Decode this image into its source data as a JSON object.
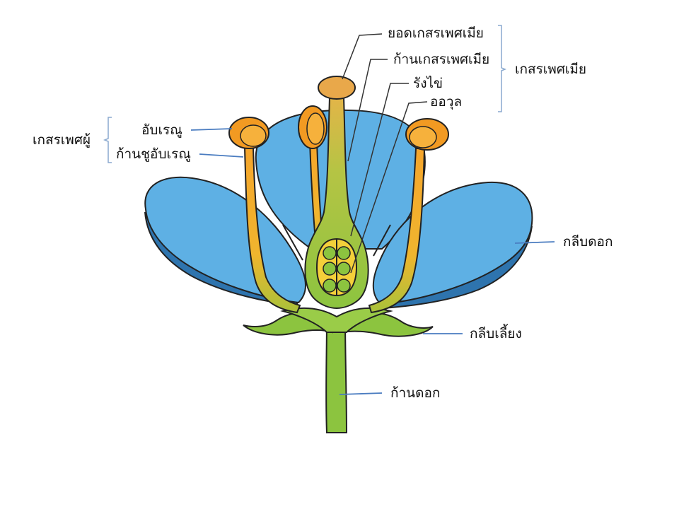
{
  "labels": {
    "stigma": "ยอดเกสรเพศเมีย",
    "style": "ก้านเกสรเพศเมีย",
    "ovary": "รังไข่",
    "ovule": "ออวุล",
    "pistil_group": "เกสรเพศเมีย",
    "anther": "อับเรณู",
    "filament": "ก้านชูอับเรณู",
    "stamen_group": "เกสรเพศผู้",
    "petal": "กลีบดอก",
    "sepal": "กลีบเลี้ยง",
    "peduncle": "ก้านดอก"
  },
  "colors": {
    "petal": "#5EB0E4",
    "petal_shadow": "#2E74AE",
    "stem": "#8CC43F",
    "stem_dark": "#6FA52A",
    "anther": "#F29A22",
    "filament": "#F5A935",
    "stigma": "#E9A84A",
    "ovary_inner": "#F4D03A",
    "pointer_blue": "#4A7CC0",
    "pointer_dark": "#333333",
    "bracket": "#8AA9CF",
    "outline": "#222222"
  }
}
